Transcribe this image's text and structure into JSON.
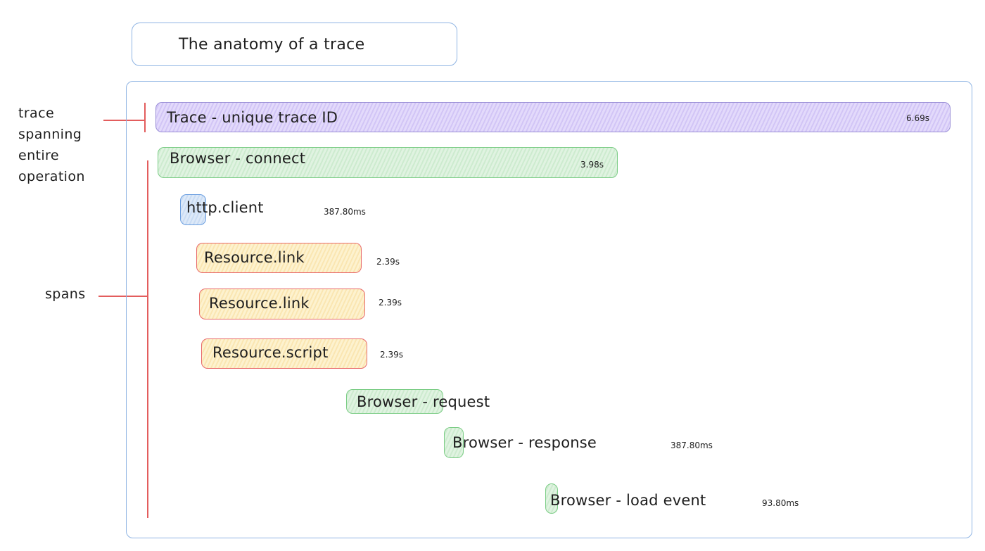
{
  "title": "The anatomy of a trace",
  "annotations": {
    "trace_lines": [
      "trace",
      "spanning",
      "entire",
      "operation"
    ],
    "spans": "spans"
  },
  "spans": [
    {
      "label": "Trace - unique trace ID",
      "duration": "6.69s",
      "kind": "trace"
    },
    {
      "label": "Browser - connect",
      "duration": "3.98s",
      "kind": "browser"
    },
    {
      "label": "http.client",
      "duration": "387.80ms",
      "kind": "http"
    },
    {
      "label": "Resource.link",
      "duration": "2.39s",
      "kind": "resource"
    },
    {
      "label": "Resource.link",
      "duration": "2.39s",
      "kind": "resource"
    },
    {
      "label": "Resource.script",
      "duration": "2.39s",
      "kind": "resource"
    },
    {
      "label": "Browser - request",
      "duration": "",
      "kind": "browser"
    },
    {
      "label": "Browser - response",
      "duration": "387.80ms",
      "kind": "browser"
    },
    {
      "label": "Browser - load event",
      "duration": "93.80ms",
      "kind": "browser"
    }
  ],
  "colors": {
    "trace": "#d2c5f6",
    "browser": "#cdebcf",
    "http": "#c9dcf4",
    "resource": "#fae6b2",
    "annotation_line": "#e35d5d",
    "frame": "#8fb4e3"
  }
}
